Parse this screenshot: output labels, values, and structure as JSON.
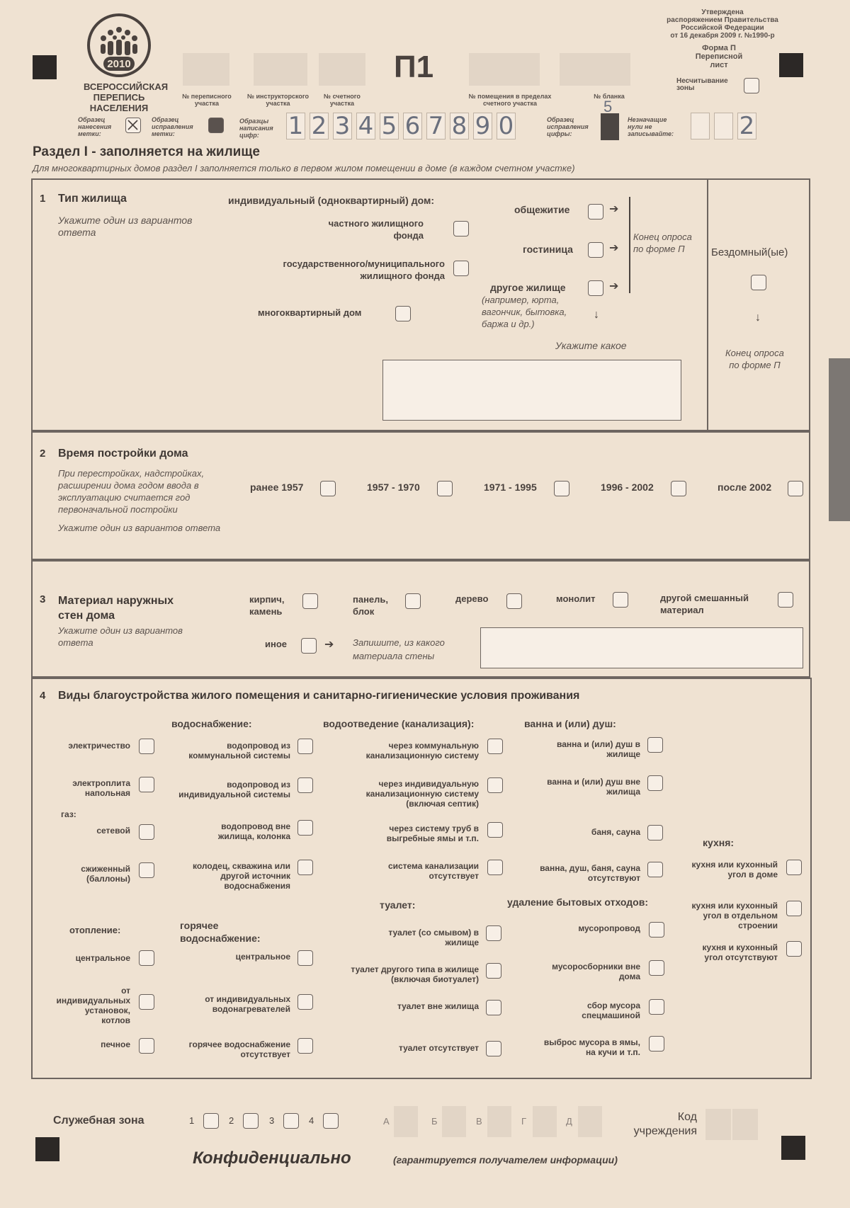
{
  "header": {
    "logo_year": "2010",
    "logo_title_l1": "ВСЕРОССИЙСКАЯ",
    "logo_title_l2": "ПЕРЕПИСЬ НАСЕЛЕНИЯ",
    "form_code": "П1",
    "approval_l1": "Утверждена",
    "approval_l2": "распоряжением Правительства",
    "approval_l3": "Российской Федерации",
    "approval_l4": "от 16 декабря 2009 г. №1990-р",
    "form_l1": "Форма П",
    "form_l2": "Переписной",
    "form_l3": "лист",
    "no_read_l1": "Несчитывание",
    "no_read_l2": "зоны",
    "cell_labels": {
      "census_l1": "№ переписного",
      "census_l2": "участка",
      "instr_l1": "№ инструкторского",
      "instr_l2": "участка",
      "count_l1": "№ счетного",
      "count_l2": "участка",
      "room_l1": "№ помещения в пределах",
      "room_l2": "счетного участка",
      "blank_l1": "№ бланка"
    },
    "blank_number": "5",
    "samples": {
      "mark_l1": "Образец",
      "mark_l2": "нанесения",
      "mark_l3": "метки:",
      "fix_l1": "Образец",
      "fix_l2": "исправления",
      "fix_l3": "метки:",
      "digits_l1": "Образцы",
      "digits_l2": "написания",
      "digits_l3": "цифр:",
      "digits": [
        "1",
        "2",
        "3",
        "4",
        "5",
        "6",
        "7",
        "8",
        "9",
        "0"
      ],
      "fixdig_l1": "Образец",
      "fixdig_l2": "исправления",
      "fixdig_l3": "цифры:",
      "zeros_l1": "Незначащие",
      "zeros_l2": "нули не",
      "zeros_l3": "записывайте:",
      "zeros_value": "2"
    }
  },
  "section1_title": "Раздел I - заполняется на жилище",
  "section1_subtitle": "Для многоквартирных домов раздел I заполняется только в первом жилом помещении в доме (в каждом счетном участке)",
  "q1": {
    "number": "1",
    "title": "Тип жилища",
    "hint_l1": "Укажите один из вариантов",
    "hint_l2": "ответа",
    "individual_header": "индивидуальный (одноквартирный) дом:",
    "opt_private_l1": "частного жилищного",
    "opt_private_l2": "фонда",
    "opt_state_l1": "государственного/муниципального",
    "opt_state_l2": "жилищного фонда",
    "opt_apartment": "многоквартирный дом",
    "opt_dorm": "общежитие",
    "opt_hotel": "гостиница",
    "opt_other": "другое жилище",
    "other_hint_l1": "(например, юрта,",
    "other_hint_l2": "вагончик, бытовка,",
    "other_hint_l3": "баржа и др.)",
    "specify": "Укажите какое",
    "end_l1": "Конец опроса",
    "end_l2": "по форме П",
    "homeless": "Бездомный(ые)",
    "homeless_end_l1": "Конец опроса",
    "homeless_end_l2": "по форме П"
  },
  "q2": {
    "number": "2",
    "title": "Время постройки дома",
    "hint_l1": "При перестройках, надстройках,",
    "hint_l2": "расширении дома годом ввода в",
    "hint_l3": "эксплуатацию считается год",
    "hint_l4": "первоначальной постройки",
    "hint_l5": "Укажите один из вариантов ответа",
    "options": [
      "ранее 1957",
      "1957 - 1970",
      "1971 - 1995",
      "1996 - 2002",
      "после 2002"
    ]
  },
  "q3": {
    "number": "3",
    "title_l1": "Материал наружных",
    "title_l2": "стен дома",
    "hint_l1": "Укажите один из вариантов",
    "hint_l2": "ответа",
    "opt_brick_l1": "кирпич,",
    "opt_brick_l2": "камень",
    "opt_panel_l1": "панель,",
    "opt_panel_l2": "блок",
    "opt_wood": "дерево",
    "opt_monolith": "монолит",
    "opt_mixed_l1": "другой смешанный",
    "opt_mixed_l2": "материал",
    "opt_other": "иное",
    "other_hint_l1": "Запишите, из какого",
    "other_hint_l2": "материала стены"
  },
  "q4": {
    "number": "4",
    "title": "Виды благоустройства жилого помещения и санитарно-гигиенические условия проживания",
    "col1": {
      "electricity": "электричество",
      "stove_l1": "электроплита",
      "stove_l2": "напольная",
      "gas_header": "газ:",
      "gas_network": "сетевой",
      "gas_liq_l1": "сжиженный",
      "gas_liq_l2": "(баллоны)",
      "heating_header": "отопление:",
      "heat_central": "центральное",
      "heat_ind_l1": "от",
      "heat_ind_l2": "индивидуальных",
      "heat_ind_l3": "установок,",
      "heat_ind_l4": "котлов",
      "heat_stove": "печное"
    },
    "col2": {
      "water_header": "водоснабжение:",
      "w1_l1": "водопровод из",
      "w1_l2": "коммунальной системы",
      "w2_l1": "водопровод из",
      "w2_l2": "индивидуальной системы",
      "w3_l1": "водопровод вне",
      "w3_l2": "жилища, колонка",
      "w4_l1": "колодец, скважина или",
      "w4_l2": "другой источник",
      "w4_l3": "водоснабжения",
      "hot_header_l1": "горячее",
      "hot_header_l2": "водоснабжение:",
      "h1": "центральное",
      "h2_l1": "от индивидуальных",
      "h2_l2": "водонагревателей",
      "h3_l1": "горячее водоснабжение",
      "h3_l2": "отсутствует"
    },
    "col3": {
      "sewer_header": "водоотведение (канализация):",
      "s1_l1": "через коммунальную",
      "s1_l2": "канализационную систему",
      "s2_l1": "через индивидуальную",
      "s2_l2": "канализационную систему",
      "s2_l3": "(включая септик)",
      "s3_l1": "через систему труб в",
      "s3_l2": "выгребные ямы и т.п.",
      "s4_l1": "система канализации",
      "s4_l2": "отсутствует",
      "toilet_header": "туалет:",
      "t1_l1": "туалет (со смывом) в",
      "t1_l2": "жилище",
      "t2_l1": "туалет другого типа в жилище",
      "t2_l2": "(включая биотуалет)",
      "t3": "туалет вне жилища",
      "t4": "туалет отсутствует"
    },
    "col4": {
      "bath_header": "ванна и (или) душ:",
      "b1_l1": "ванна и (или) душ в",
      "b1_l2": "жилище",
      "b2_l1": "ванна и (или) душ вне",
      "b2_l2": "жилища",
      "b3": "баня, сауна",
      "b4_l1": "ванна, душ, баня, сауна",
      "b4_l2": "отсутствуют",
      "waste_header": "удаление бытовых отходов:",
      "r1": "мусоропровод",
      "r2_l1": "мусоросборники вне",
      "r2_l2": "дома",
      "r3_l1": "сбор мусора",
      "r3_l2": "спецмашиной",
      "r4_l1": "выброс мусора в ямы,",
      "r4_l2": "на кучи и т.п."
    },
    "col5": {
      "kitchen_header": "кухня:",
      "k1_l1": "кухня или кухонный",
      "k1_l2": "угол в доме",
      "k2_l1": "кухня или кухонный",
      "k2_l2": "угол в отдельном",
      "k2_l3": "строении",
      "k3_l1": "кухня и кухонный",
      "k3_l2": "угол отсутствуют"
    }
  },
  "footer": {
    "service_zone": "Служебная зона",
    "nums": [
      "1",
      "2",
      "3",
      "4"
    ],
    "letters": [
      "А",
      "Б",
      "В",
      "Г",
      "Д"
    ],
    "org_l1": "Код",
    "org_l2": "учреждения",
    "confidential": "Конфиденциально",
    "guaranteed": "(гарантируется получателем информации)"
  }
}
